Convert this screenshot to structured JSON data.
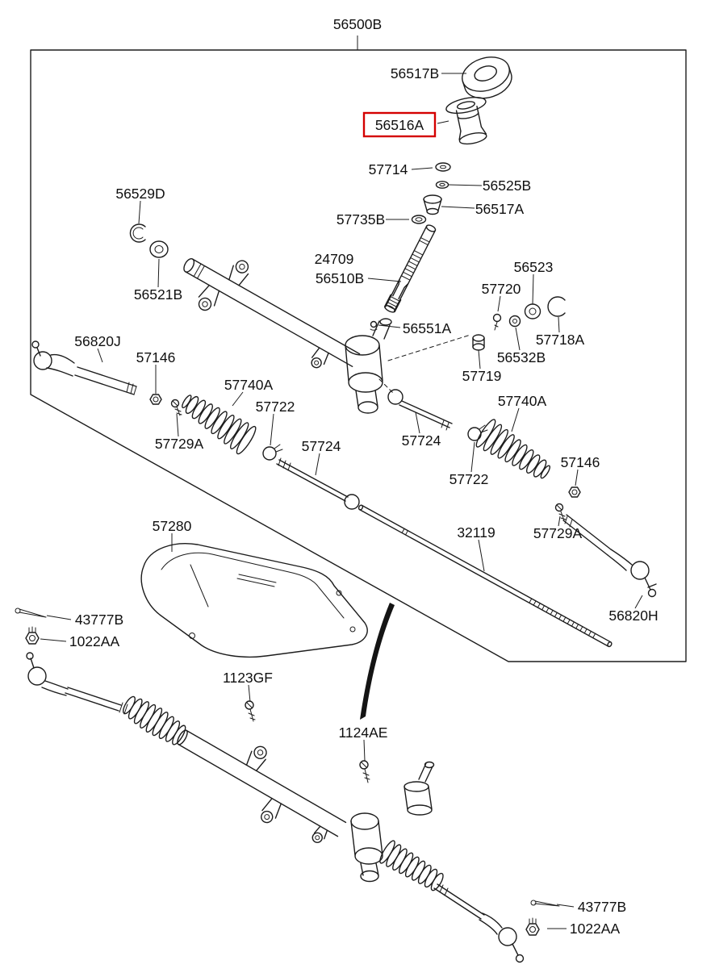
{
  "diagram": {
    "description": "Exploded parts diagram of a power steering gear assembly",
    "line_color": "#1c1c1c",
    "highlight_color": "#d40000",
    "highlighted_part": "56516A",
    "labels": {
      "assembly": "56500B",
      "mount_cap": "56517B",
      "mount_bushing": "56516A",
      "washer": "57714",
      "packing": "56525B",
      "cover": "56517A",
      "snap_ring": "56529D",
      "seal": "57735B",
      "pinion_a": "24709",
      "pinion_b": "56510B",
      "ring_right": "56523",
      "bolt_top_right": "57720",
      "bushing_left": "56521B",
      "ball_seat": "56551A",
      "clip_right": "57718A",
      "tie_rod_left": "56820J",
      "nut_left": "57146",
      "grommet_right": "56532B",
      "boot_left": "57740A",
      "plug_right": "57719",
      "boot_right": "57740A",
      "clamp_left": "57722",
      "inner_rod_right": "57724",
      "screw_left": "57729A",
      "inner_rod_left": "57724",
      "clamp_right": "57722",
      "nut_right": "57146",
      "heat_shield": "57280",
      "rack_bar": "32119",
      "screw_right": "57729A",
      "pin_left": "43777B",
      "tie_rod_right": "56820H",
      "castle_nut_left": "1022AA",
      "bolt_mid": "1123GF",
      "bolt_valve": "1124AE",
      "pin_bottom": "43777B",
      "castle_nut_bottom": "1022AA"
    }
  }
}
